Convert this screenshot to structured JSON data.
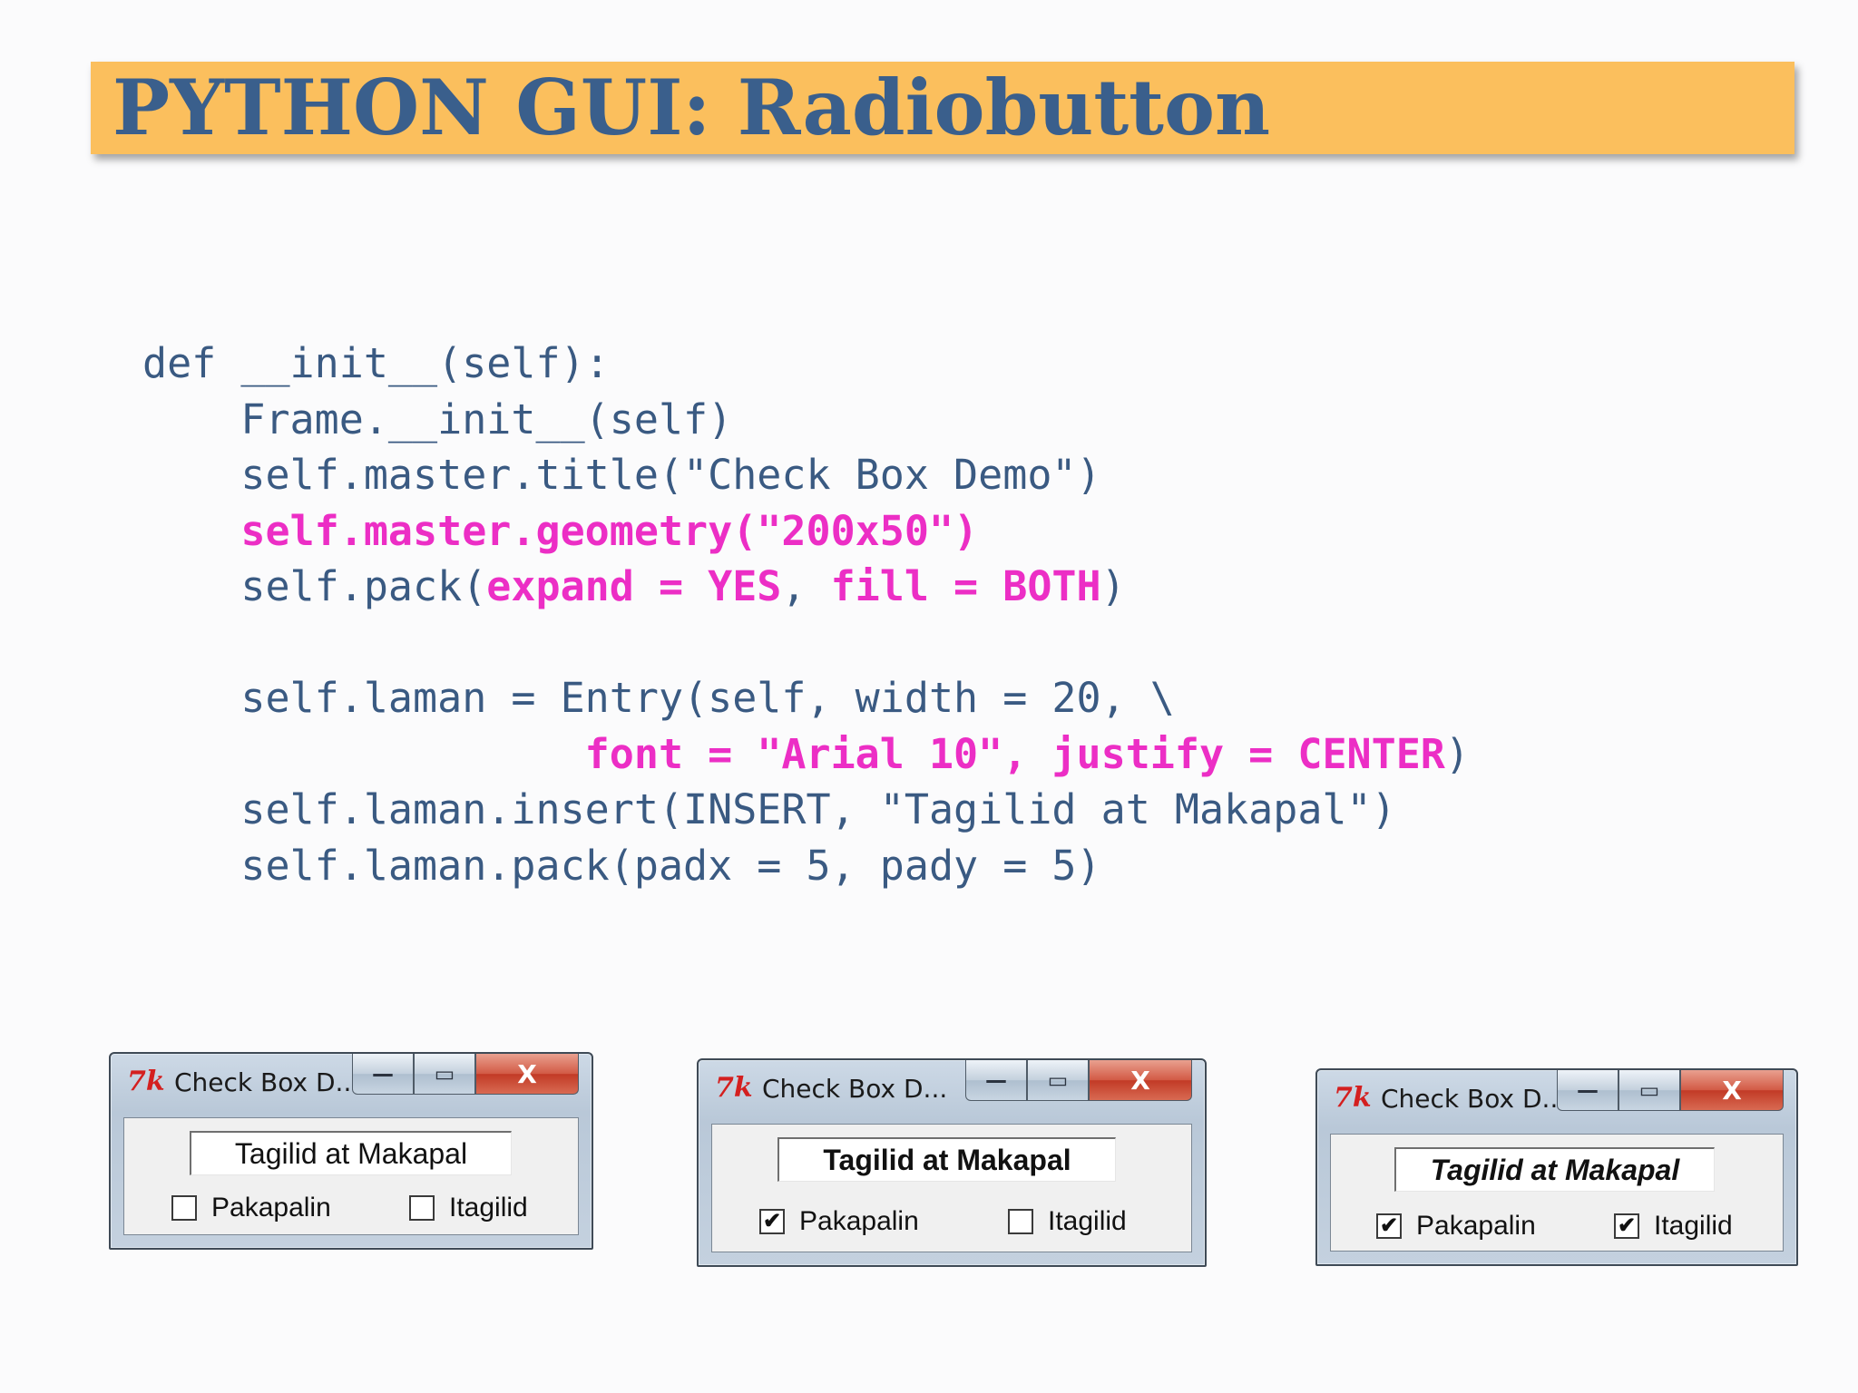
{
  "slide": {
    "title": "PYTHON GUI: Radiobutton"
  },
  "code_lines": [
    [
      {
        "t": "def __init__(self):",
        "hl": false
      }
    ],
    [
      {
        "t": "    Frame.__init__(self)",
        "hl": false
      }
    ],
    [
      {
        "t": "    self.master.title(\"Check Box Demo\")",
        "hl": false
      }
    ],
    [
      {
        "t": "    self.master.geometry(\"200x50\")",
        "hl": true
      }
    ],
    [
      {
        "t": "    self.pack(",
        "hl": false
      },
      {
        "t": "expand = YES",
        "hl": true
      },
      {
        "t": ", ",
        "hl": false
      },
      {
        "t": "fill = BOTH",
        "hl": true
      },
      {
        "t": ")",
        "hl": false
      }
    ],
    [
      {
        "t": "",
        "hl": false
      }
    ],
    [
      {
        "t": "    self.laman = Entry(self, width = 20, \\",
        "hl": false
      }
    ],
    [
      {
        "t": "                  ",
        "hl": false
      },
      {
        "t": "font = \"Arial 10\", justify = CENTER",
        "hl": true
      },
      {
        "t": ")",
        "hl": false
      }
    ],
    [
      {
        "t": "    self.laman.insert(INSERT, \"Tagilid at Makapal\")",
        "hl": false
      }
    ],
    [
      {
        "t": "    self.laman.pack(padx = 5, pady = 5)",
        "hl": false
      }
    ]
  ],
  "windows": [
    {
      "logo": "7k",
      "title": "Check Box D...",
      "controls": {
        "minimize": "—",
        "maximize": "▭",
        "close": "X"
      },
      "entry_value": "Tagilid at Makapal",
      "entry_style": "normal",
      "checkboxes": [
        {
          "label": "Pakapalin",
          "checked": false
        },
        {
          "label": "Itagilid",
          "checked": false
        }
      ]
    },
    {
      "logo": "7k",
      "title": "Check Box D...",
      "controls": {
        "minimize": "—",
        "maximize": "▭",
        "close": "X"
      },
      "entry_value": "Tagilid at Makapal",
      "entry_style": "bold",
      "checkboxes": [
        {
          "label": "Pakapalin",
          "checked": true
        },
        {
          "label": "Itagilid",
          "checked": false
        }
      ]
    },
    {
      "logo": "7k",
      "title": "Check Box D...",
      "controls": {
        "minimize": "—",
        "maximize": "▭",
        "close": "X"
      },
      "entry_value": "Tagilid at Makapal",
      "entry_style": "bolditalic",
      "checkboxes": [
        {
          "label": "Pakapalin",
          "checked": true
        },
        {
          "label": "Itagilid",
          "checked": true
        }
      ]
    }
  ],
  "colors": {
    "title_bar": "#fbbf5d",
    "title_text": "#3a5f8c",
    "code_text": "#3a5a82",
    "code_highlight": "#ec2ec5",
    "close_button": "#c23a26"
  }
}
